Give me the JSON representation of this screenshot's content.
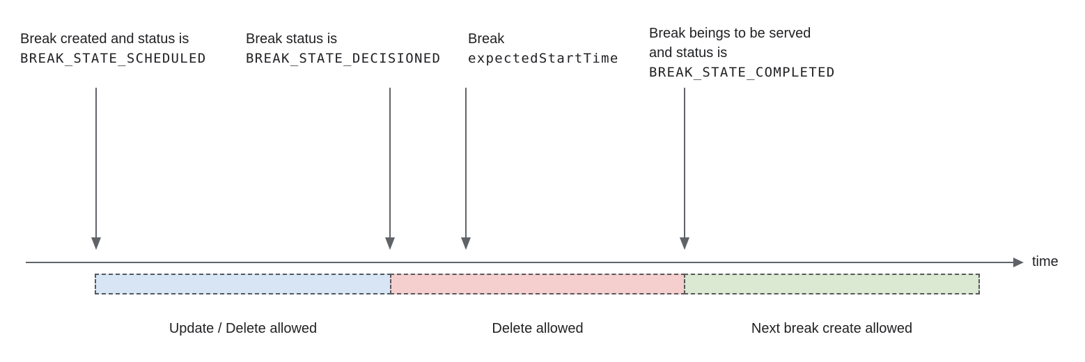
{
  "colors": {
    "line_gray": "#5f6368",
    "dash_border": "#54585c",
    "text": "#202124",
    "segment_blue": "#d7e5f5",
    "segment_pink": "#f5cece",
    "segment_green": "#dbe8d2"
  },
  "annotations": [
    {
      "line1": "Break created and status is",
      "code": "BREAK_STATE_SCHEDULED"
    },
    {
      "line1": "Break status is",
      "code": "BREAK_STATE_DECISIONED"
    },
    {
      "line1": "Break",
      "code": "expectedStartTime"
    },
    {
      "line1": "Break beings to be served",
      "line2": "and status is",
      "code": "BREAK_STATE_COMPLETED"
    }
  ],
  "timeline": {
    "axis_label": "time"
  },
  "segments": [
    {
      "label": "Update / Delete allowed",
      "color": "#d7e5f5"
    },
    {
      "label": "Delete allowed",
      "color": "#f5cece"
    },
    {
      "label": "Next break create allowed",
      "color": "#dbe8d2"
    }
  ]
}
